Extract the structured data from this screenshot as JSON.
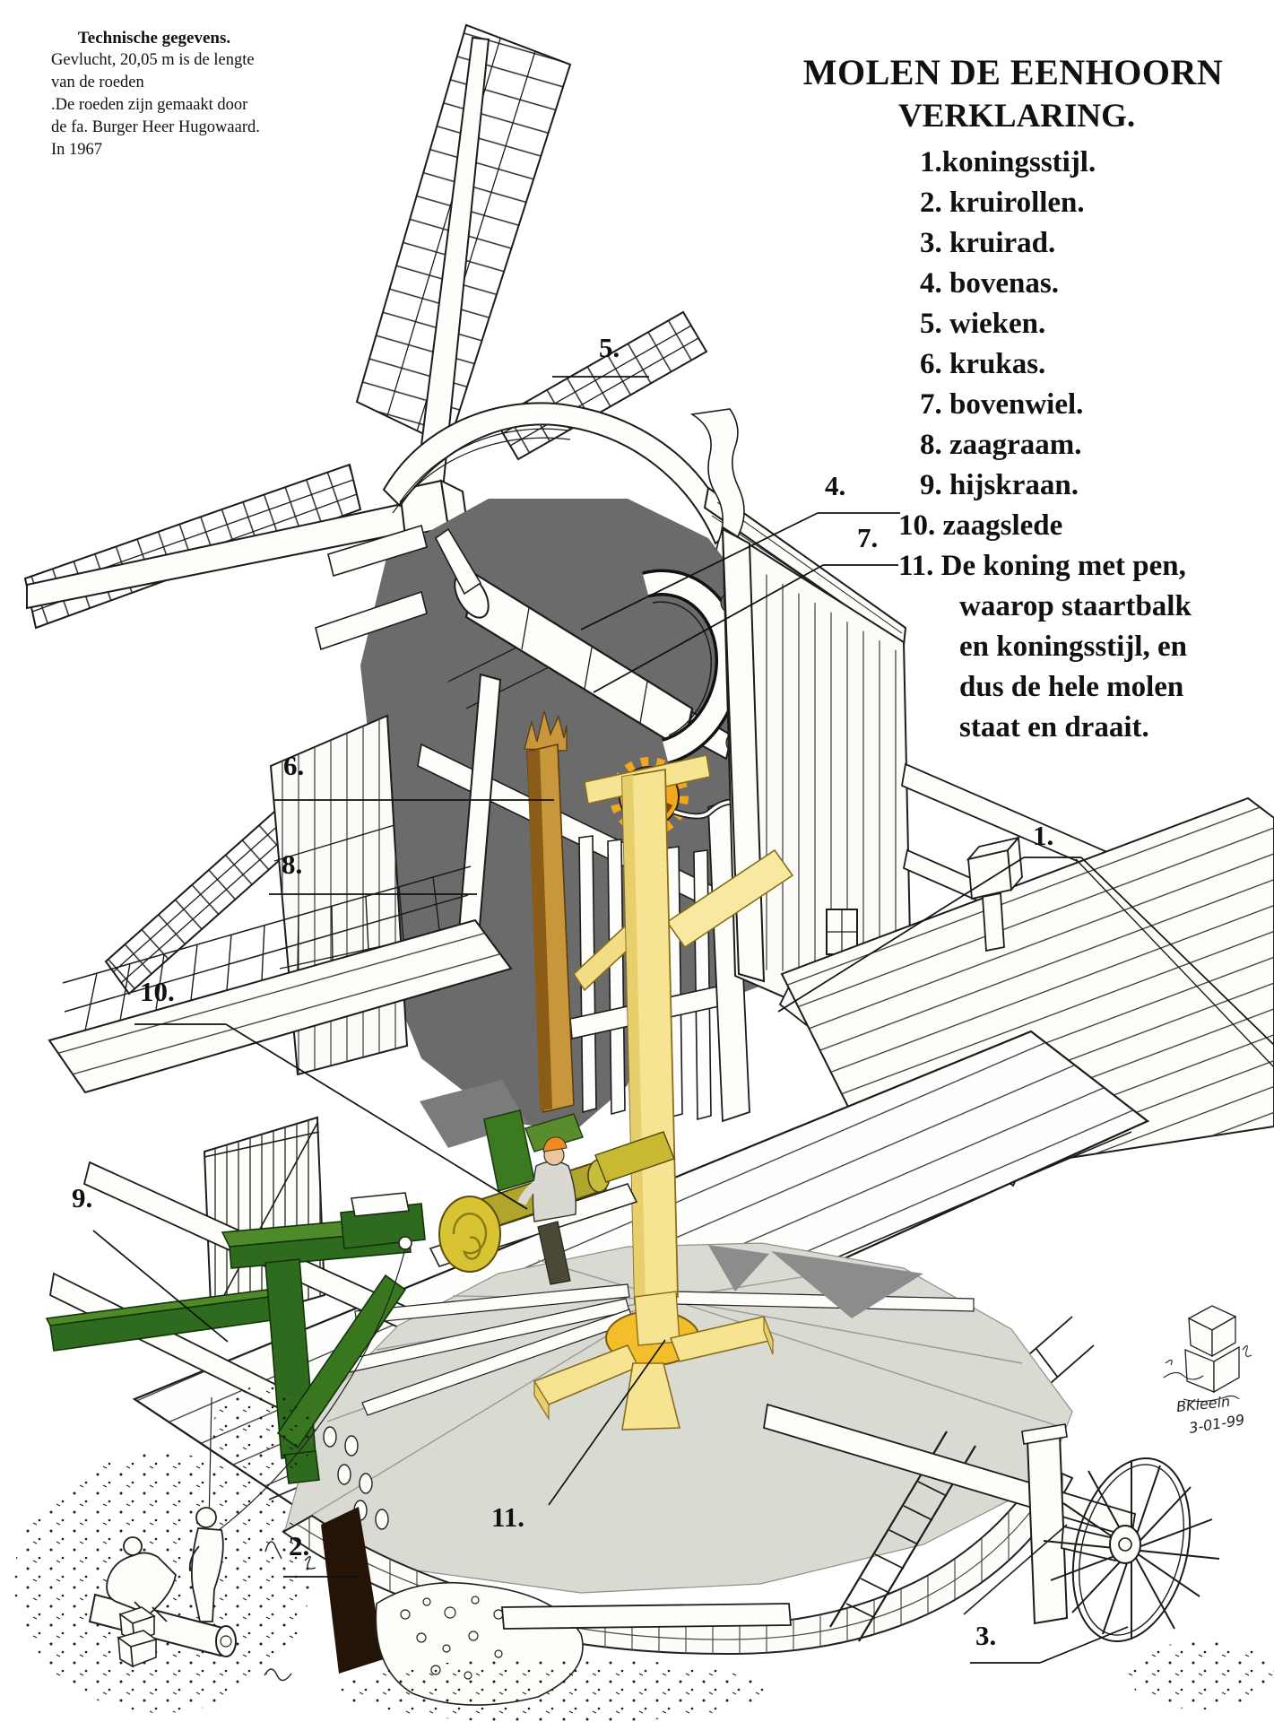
{
  "title": "MOLEN DE EENHOORN",
  "tech_note": {
    "title": "Technische gegevens.",
    "lines": [
      "Gevlucht, 20,05 m is de lengte",
      "van de roeden",
      ".De roeden zijn gemaakt door",
      "de fa. Burger Heer Hugowaard.",
      "In 1967"
    ]
  },
  "legend": {
    "heading": "VERKLARING.",
    "items": [
      "1.koningsstijl.",
      "2. kruirollen.",
      "3. kruirad.",
      "4. bovenas.",
      "5. wieken.",
      "6. krukas.",
      "7. bovenwiel.",
      "8. zaagraam.",
      "9. hijskraan.",
      "10. zaagslede",
      "11. De koning met pen,"
    ],
    "item11_continuation": [
      "waarop staartbalk",
      "en koningsstijl, en",
      "dus de hele molen",
      "staat en draait."
    ]
  },
  "callouts": [
    {
      "part": "wieken",
      "text": "5."
    },
    {
      "part": "bovenas",
      "text": "4."
    },
    {
      "part": "bovenwiel",
      "text": "7."
    },
    {
      "part": "krukas",
      "text": "6."
    },
    {
      "part": "zaagraam",
      "text": "8."
    },
    {
      "part": "koningsstijl",
      "text": "1."
    },
    {
      "part": "zaagslede",
      "text": "10."
    },
    {
      "part": "hijskraan",
      "text": "9."
    },
    {
      "part": "kruirollen",
      "text": "2."
    },
    {
      "part": "koning",
      "text": "11."
    },
    {
      "part": "kruirad",
      "text": "3."
    }
  ],
  "signature": {
    "name": "BKleein",
    "date": "3-01-99"
  },
  "colors": {
    "ink": "#1a1a1a",
    "interior_shadow": "#6b6b6b",
    "platform_gray": "#d9dbd3",
    "koning_yellow": "#f6e493",
    "collar_yellow": "#f2be2a",
    "gear_orange": "#f2a81d",
    "krukas_tan": "#c9973b",
    "crane_green": "#2f6b1e",
    "sled_olive": "#b0a62c",
    "hat_orange": "#ef8a1c"
  }
}
